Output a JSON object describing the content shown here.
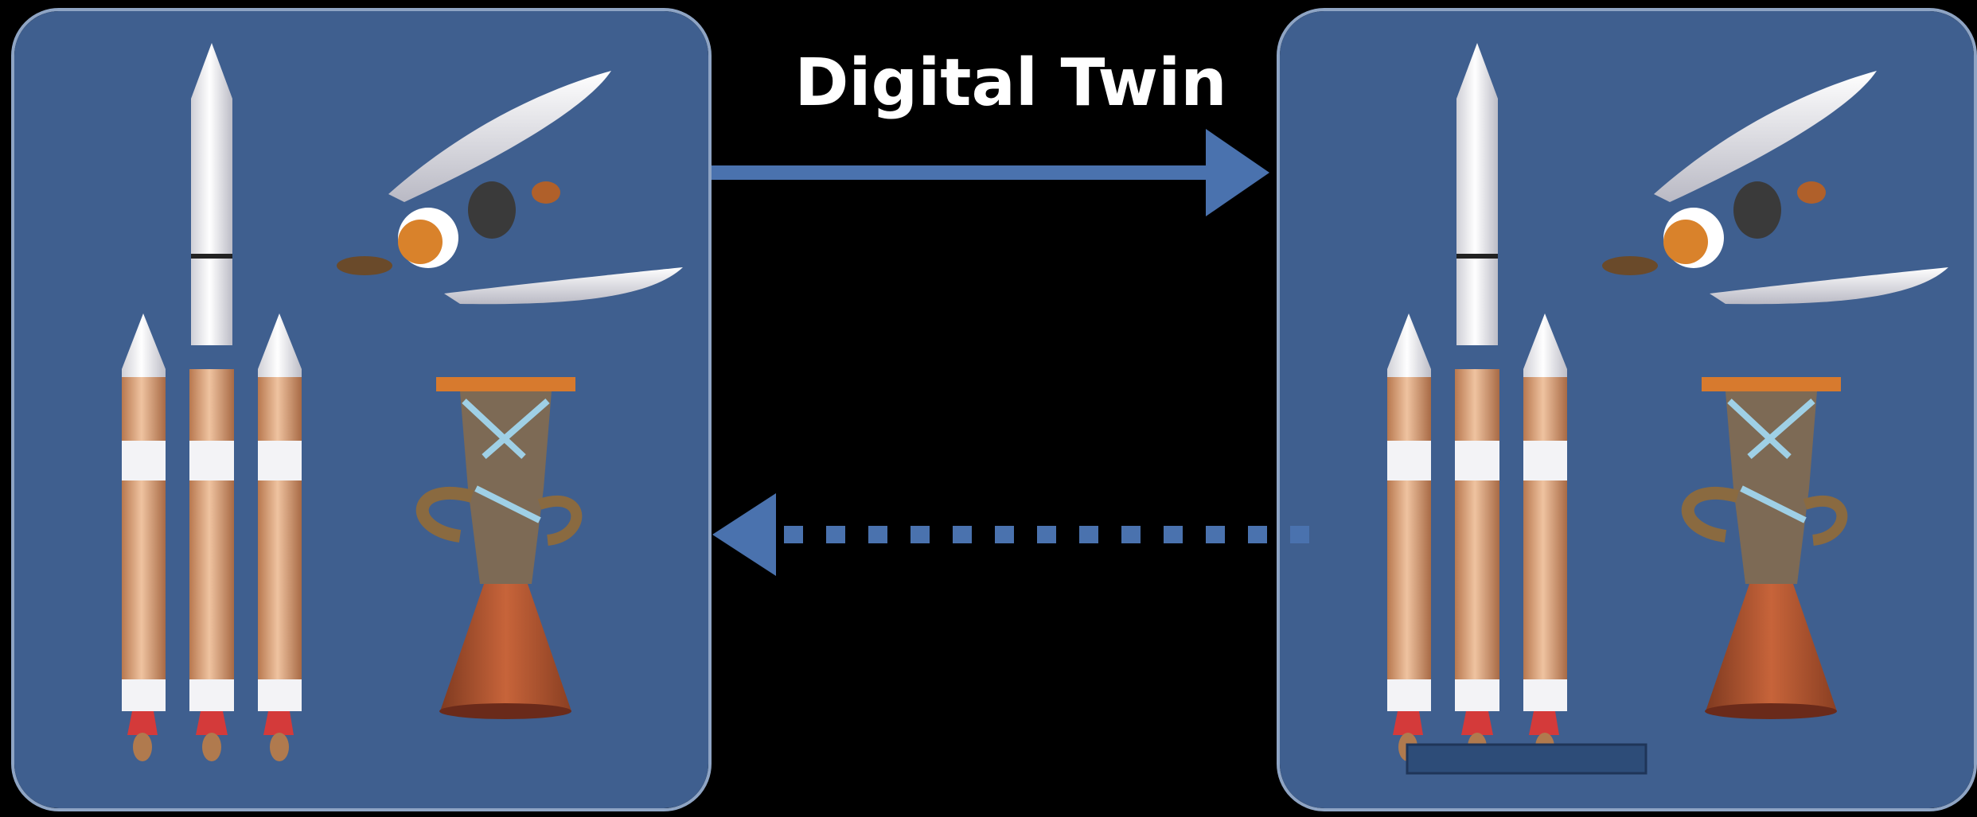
{
  "title": "Digital Twin",
  "colors": {
    "background": "#000000",
    "panel_fill": "#3f5f8f",
    "panel_border": "#8ea4c4",
    "arrow": "#4a72ae",
    "booster": "#d9a07a",
    "engine_nozzle": "#b3552f"
  },
  "panels": [
    {
      "name": "physical-asset",
      "icons": [
        "rocket-icon",
        "payload-fairing-icon",
        "rocket-engine-icon"
      ]
    },
    {
      "name": "digital-twin-model",
      "icons": [
        "rocket-icon",
        "payload-fairing-icon",
        "rocket-engine-icon"
      ]
    }
  ],
  "arrows": [
    {
      "name": "physical-to-digital-arrow",
      "direction": "right",
      "style": "solid"
    },
    {
      "name": "digital-to-physical-arrow",
      "direction": "left",
      "style": "dashed"
    }
  ]
}
